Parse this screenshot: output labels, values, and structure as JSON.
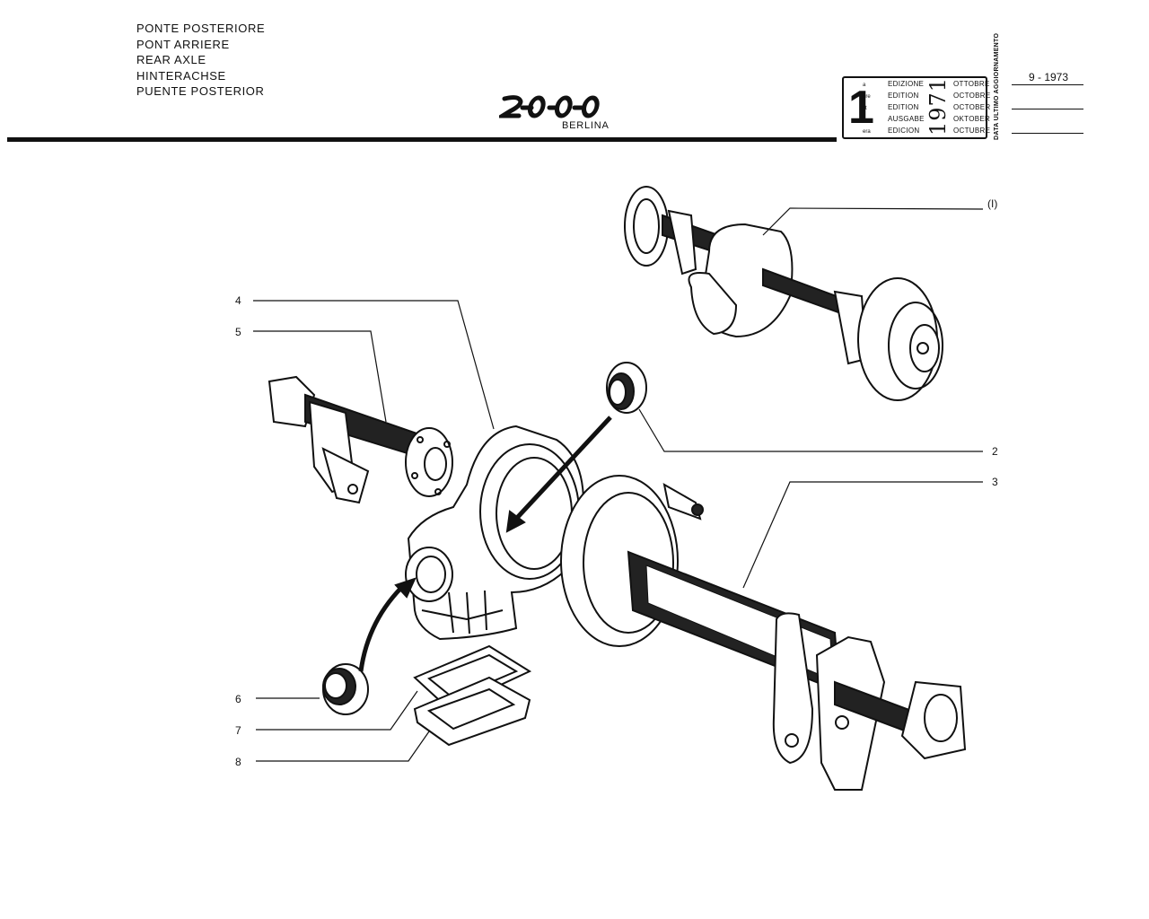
{
  "header": {
    "titles": [
      "PONTE POSTERIORE",
      "PONT ARRIERE",
      "REAR AXLE",
      "HINTERACHSE",
      "PUENTE POSTERIOR"
    ],
    "logo": "2-0-0-0",
    "model": "BERLINA"
  },
  "edition_box": {
    "number": "1",
    "superscripts": [
      "a",
      "ère",
      "st",
      ".",
      "era"
    ],
    "labels": [
      "EDIZIONE",
      "EDITION",
      "EDITION",
      "AUSGABE",
      "EDICION"
    ],
    "year": "1971",
    "months": [
      "OTTOBRE",
      "OCTOBRE",
      "OCTOBER",
      "OKTOBER",
      "OCTUBRE"
    ]
  },
  "update": {
    "label": "DATA ULTIMO AGGIORNAMENTO",
    "date": "9 - 1973"
  },
  "callouts": [
    {
      "id": "assembly",
      "label": "(I)"
    },
    {
      "id": "c2",
      "label": "2"
    },
    {
      "id": "c3",
      "label": "3"
    },
    {
      "id": "c4",
      "label": "4"
    },
    {
      "id": "c5",
      "label": "5"
    },
    {
      "id": "c6",
      "label": "6"
    },
    {
      "id": "c7",
      "label": "7"
    },
    {
      "id": "c8",
      "label": "8"
    }
  ]
}
